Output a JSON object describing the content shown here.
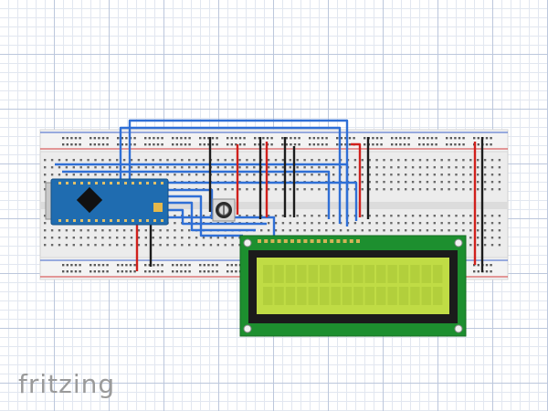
{
  "app": {
    "watermark": "fritzing"
  },
  "components": {
    "arduino": {
      "name": "arduino-nano",
      "board_color": "#1f6cb0",
      "chip_color": "#111111"
    },
    "lcd": {
      "name": "lcd-16x2",
      "pcb_color": "#1d8f2f",
      "screen_color": "#c0dc45",
      "bezel_color": "#1b1b1b"
    },
    "potentiometer": {
      "name": "potentiometer"
    },
    "breadboard": {
      "name": "full-breadboard",
      "rail_red": "#d23a3a",
      "rail_blue": "#3b62c9"
    }
  },
  "wire_colors": {
    "signal": "#2f6fd6",
    "power": "#d0201c",
    "ground": "#1c1c1c"
  }
}
